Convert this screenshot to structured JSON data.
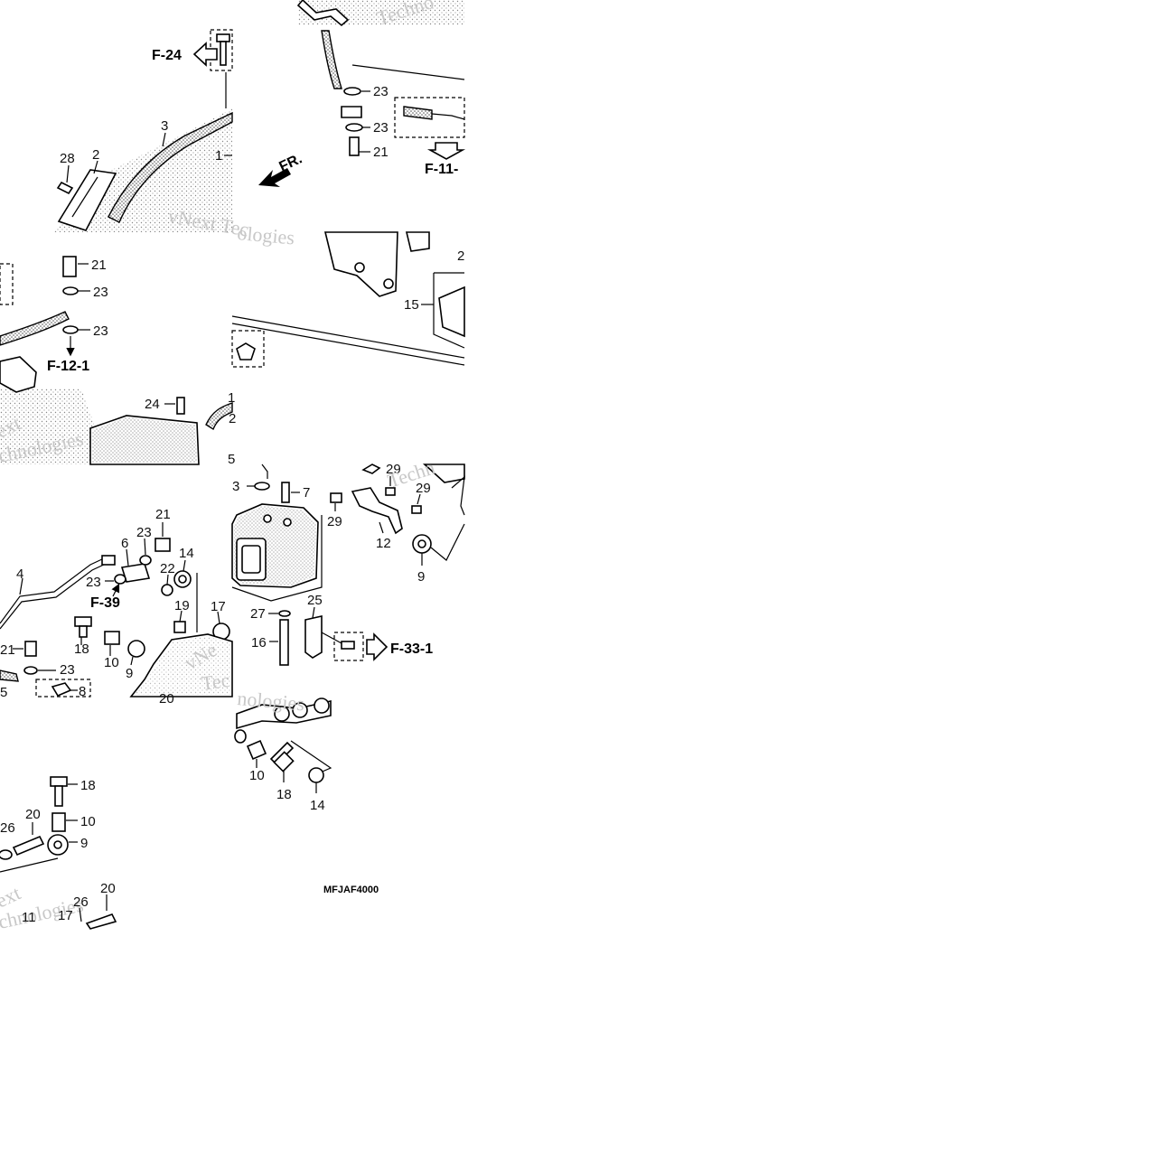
{
  "reference_arrows": {
    "f24": "F-24",
    "f11": "F-11-",
    "f12": "F-12-1",
    "f39": "F-39",
    "f33": "F-33-1",
    "front": "FR."
  },
  "callouts": {
    "c28": "28",
    "c2": "2",
    "c3": "3",
    "c1": "1",
    "t23a": "23",
    "t23b": "23",
    "t21a": "21",
    "m21": "21",
    "m23a": "23",
    "m23b": "23",
    "m24": "24",
    "m2": "2",
    "m1": "1",
    "m5": "5",
    "t2": "2",
    "t15": "15",
    "l21": "21",
    "l23a": "23",
    "l6": "6",
    "l14": "14",
    "l4": "4",
    "l23b": "23",
    "l22": "22",
    "l19": "19",
    "l17": "17",
    "l18": "18",
    "l10": "10",
    "l9": "9",
    "l21b": "21",
    "l23c": "23",
    "l5": "5",
    "l8": "8",
    "l20": "20",
    "r3": "3",
    "r7": "7",
    "r29a": "29",
    "r29b": "29",
    "r29c": "29",
    "r12": "12",
    "r9": "9",
    "r25": "25",
    "r27": "27",
    "r16": "16",
    "b10": "10",
    "b18": "18",
    "b14": "14",
    "s18": "18",
    "s26": "26",
    "s20": "20",
    "s10": "10",
    "s9": "9",
    "s26b": "26",
    "s20b": "20",
    "s11": "11",
    "s17": "17"
  },
  "watermark": {
    "w1": "Techno",
    "w2": "vNext Tec",
    "w3": "nologies",
    "w4": "ext",
    "w5": "chnologies",
    "w6": "Techn",
    "w7": "ologies",
    "w8": "vNe",
    "w9": "Tec",
    "w10": "ext",
    "w11": "chnologies"
  },
  "diagram_code": "MFJAF4000"
}
